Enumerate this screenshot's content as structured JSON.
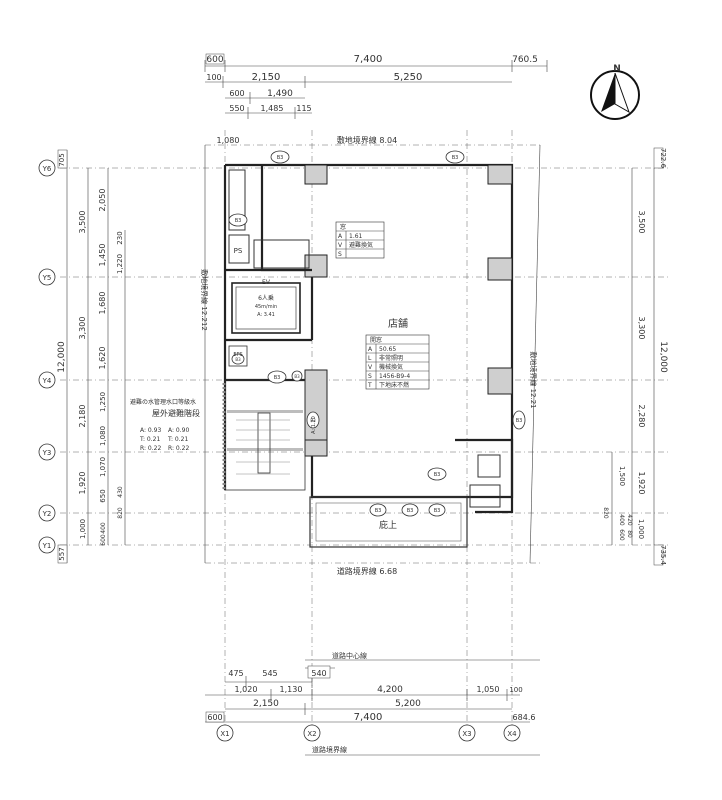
{
  "dims": {
    "top_row1": [
      "600",
      "7,400",
      "760.5"
    ],
    "top_row2": [
      "100",
      "2,150",
      "5,250"
    ],
    "top_row3": [
      "600",
      "1,490"
    ],
    "top_row4": [
      "550",
      "1,485",
      "115"
    ],
    "top_offset": "1,080",
    "bottom_row1": [
      "475",
      "545",
      "540"
    ],
    "bottom_row2": [
      "1,020",
      "1,130",
      "4,200",
      "1,050",
      "100"
    ],
    "bottom_row3": [
      "2,150",
      "5,200"
    ],
    "bottom_row4": [
      "600",
      "7,400",
      "684.6"
    ],
    "left_outer": [
      "12,000"
    ],
    "left_mid": [
      "3,500",
      "3,300",
      "2,180",
      "1,920",
      "1,000"
    ],
    "left_inner": [
      "2,050",
      "1,450",
      "1,680",
      "1,620",
      "1,250",
      "1,080",
      "1,070",
      "650",
      "820",
      "400",
      "600"
    ],
    "left_small": [
      "230",
      "1,220",
      "430"
    ],
    "left_edge": [
      "705",
      "557"
    ],
    "right_outer": [
      "12,000"
    ],
    "right_mid": [
      "3,500",
      "3,300",
      "2,280",
      "1,920",
      "1,000"
    ],
    "right_inner": [
      "1,500",
      "820",
      "400",
      "600",
      "420",
      "80"
    ],
    "right_edge": [
      "722.6",
      "735.4"
    ]
  },
  "grid": {
    "y": [
      "Y6",
      "Y5",
      "Y4",
      "Y3",
      "Y2",
      "Y1"
    ],
    "x": [
      "X1",
      "X2",
      "X3",
      "X4"
    ]
  },
  "labels": {
    "north": "N",
    "boundary_top": "敷地境界線 8.04",
    "boundary_bottom": "道路境界線 6.68",
    "boundary_left": "敷地境界線 12.212",
    "boundary_right": "敷地境界線 12.21",
    "road_center": "道路中心線",
    "road_boundary": "道路境界線",
    "store": "店舗",
    "canopy": "庇上",
    "stair": "屋外避難階段",
    "stair_note": "避難の水管理水口等級水",
    "ps": "PS",
    "ev_title": "EV",
    "ev_label": "6人乗",
    "ev_speed": "45m/min",
    "ev_area": "A: 3.41",
    "eps": "EPS",
    "shaft": "A: 1.20"
  },
  "room_tags": [
    "B3",
    "B3",
    "B3",
    "B3",
    "B3",
    "B3",
    "B3",
    "B3",
    "B3",
    "B3",
    "B3",
    "B3"
  ],
  "window_table": {
    "header": "窓",
    "rows": [
      [
        "A",
        "1.61"
      ],
      [
        "V",
        "避難換気"
      ],
      [
        "S",
        ""
      ]
    ]
  },
  "store_table": {
    "header": "開窓",
    "rows": [
      [
        "A",
        "50.65"
      ],
      [
        "L",
        "非常照明"
      ],
      [
        "V",
        "機械換気"
      ],
      [
        "S",
        "1456-B9-4"
      ],
      [
        "T",
        "下地床不燃"
      ]
    ]
  },
  "stair_values": {
    "a": [
      "A: 0.93",
      "A: 0.90"
    ],
    "t": [
      "T: 0.21",
      "T: 0.21"
    ],
    "r": [
      "R: 0.22",
      "R: 0.22"
    ]
  }
}
